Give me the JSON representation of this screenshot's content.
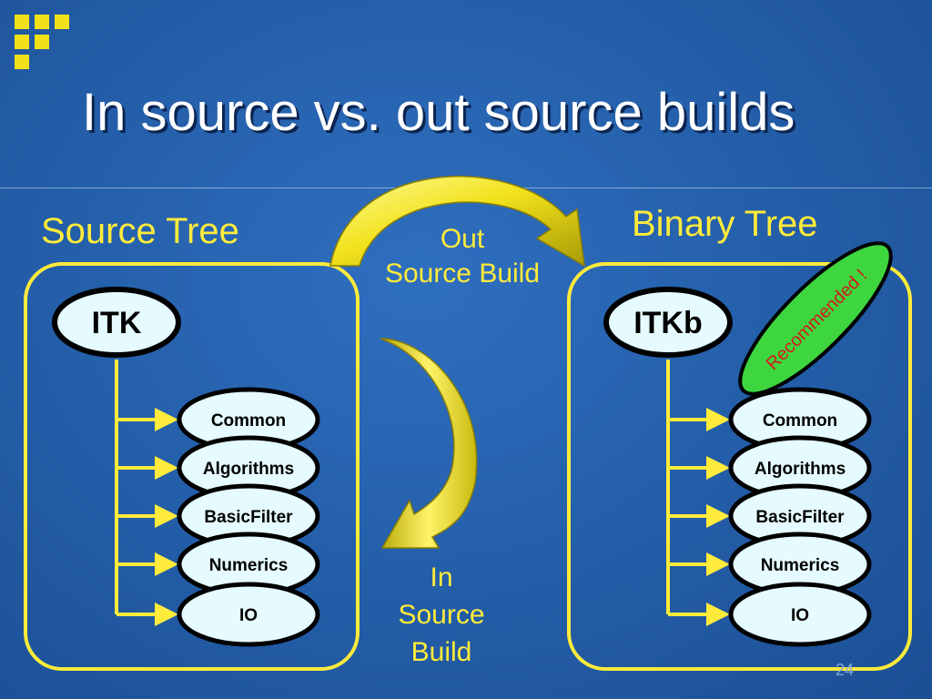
{
  "title": "In source vs. out source builds",
  "source_tree": {
    "heading": "Source Tree",
    "root": "ITK",
    "children": [
      "Common",
      "Algorithms",
      "BasicFilter",
      "Numerics",
      "IO"
    ]
  },
  "binary_tree": {
    "heading": "Binary Tree",
    "root": "ITKb",
    "children": [
      "Common",
      "Algorithms",
      "BasicFilter",
      "Numerics",
      "IO"
    ],
    "badge": "Recommended !"
  },
  "out_source_label": [
    "Out",
    "Source Build"
  ],
  "in_source_label": [
    "In",
    "Source",
    "Build"
  ],
  "page_number": "24",
  "colors": {
    "background": "#2560ab",
    "accent_yellow": "#ffeb3b",
    "node_fill": "#e6fbff",
    "badge_green": "#3ed63e"
  }
}
